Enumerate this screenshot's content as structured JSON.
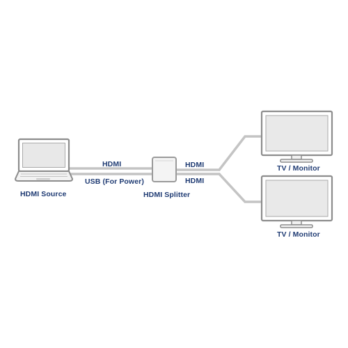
{
  "source": {
    "label": "HDMI Source"
  },
  "cable_in": {
    "hdmi_label": "HDMI",
    "usb_label": "USB (For Power)"
  },
  "splitter": {
    "label": "HDMI Splitter"
  },
  "cable_out": {
    "top_label": "HDMI",
    "bottom_label": "HDMI"
  },
  "outputs": [
    {
      "label": "TV / Monitor"
    },
    {
      "label": "TV / Monitor"
    }
  ],
  "colors": {
    "label_text": "#1f3b73",
    "device_outline": "#8c8c8c",
    "screen_fill": "#e9e9e9",
    "cable": "#bdbdbd"
  }
}
